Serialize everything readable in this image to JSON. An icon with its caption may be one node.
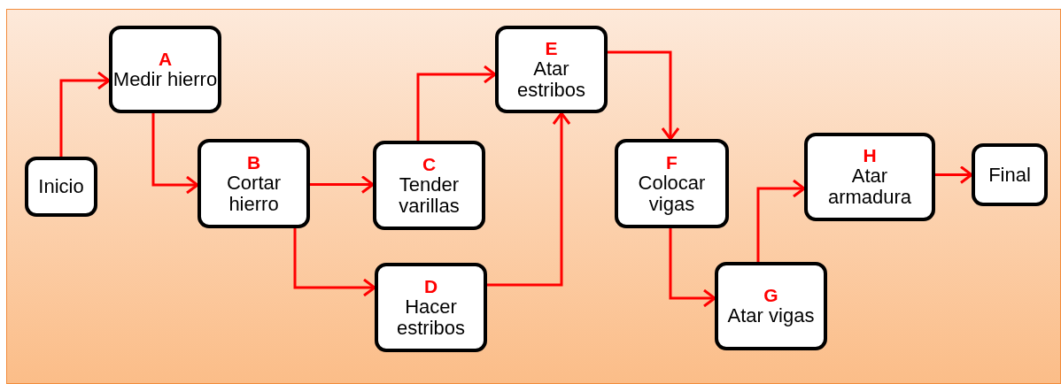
{
  "diagram": {
    "nodes": [
      {
        "text": [
          "Inicio"
        ]
      },
      {
        "text": [
          "A",
          "Medir hierro"
        ]
      },
      {
        "text": [
          "B",
          "Cortar hierro"
        ]
      },
      {
        "text": [
          "C",
          "Tender varillas"
        ]
      },
      {
        "text": [
          "D",
          "Hacer estribos"
        ]
      },
      {
        "text": [
          "E",
          "Atar estribos"
        ]
      },
      {
        "text": [
          "F",
          "Colocar vigas"
        ]
      },
      {
        "text": [
          "G",
          "Atar vigas"
        ]
      },
      {
        "text": [
          "H",
          "Atar armadura"
        ]
      },
      {
        "text": [
          "Final"
        ]
      }
    ],
    "edges": [
      {
        "from": 0,
        "to": 1,
        "arrow": "to"
      },
      {
        "from": 1,
        "to": 2,
        "arrow": "to"
      },
      {
        "from": 2,
        "to": 3,
        "arrow": "to"
      },
      {
        "from": 2,
        "to": 4,
        "arrow": "to"
      },
      {
        "from": 3,
        "to": 5,
        "arrow": "to"
      },
      {
        "from": 4,
        "to": 5,
        "arrow": "to"
      },
      {
        "from": 5,
        "to": 6,
        "arrow": "to"
      },
      {
        "from": 6,
        "to": 7,
        "arrow": "to"
      },
      {
        "from": 7,
        "to": 8,
        "arrow": "to"
      },
      {
        "from": 8,
        "to": 9,
        "arrow": "to"
      }
    ]
  }
}
